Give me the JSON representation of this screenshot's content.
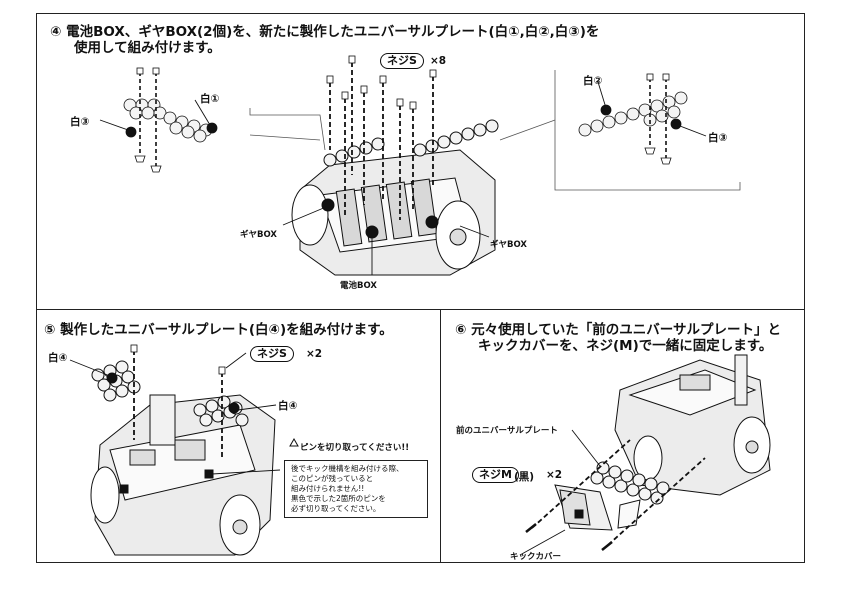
{
  "step4": {
    "line1": "④ 電池BOX、ギヤBOX(2個)を、新たに製作したユニバーサルプレート(白①,白②,白③)を",
    "line2": "使用して組み付けます。",
    "screw_label": "ネジS",
    "screw_count": "×8",
    "label_white1": "白①",
    "label_white2": "白②",
    "label_white3_left": "白③",
    "label_white3_right": "白③",
    "label_gear_left": "ギヤBOX",
    "label_gear_right": "ギヤBOX",
    "label_battery": "電池BOX"
  },
  "step5": {
    "title": "⑤ 製作したユニバーサルプレート(白④)を組み付けます。",
    "label_white4_left": "白④",
    "label_white4_right": "白④",
    "screw_label": "ネジS",
    "screw_count": "×2",
    "warning_title": "ピンを切り取ってください!!",
    "note_lines": [
      "後でキック機構を組み付ける際、",
      "このピンが残っていると",
      "組み付けられません!!",
      "黒色で示した2箇所のピンを",
      "必ず切り取ってください。"
    ]
  },
  "step6": {
    "line1": "⑥ 元々使用していた「前のユニバーサルプレート」と",
    "line2": "キックカバーを、ネジ(M)で一緒に固定します。",
    "label_front_plate": "前のユニバーサルプレート",
    "screw_label": "ネジM",
    "screw_color": "(黒)",
    "screw_count": "×2",
    "label_kick_cover": "キックカバー"
  },
  "colors": {
    "ink": "#111111",
    "paper": "#ffffff",
    "shade": "#cfcfcf",
    "dark": "#1a1a1a"
  }
}
